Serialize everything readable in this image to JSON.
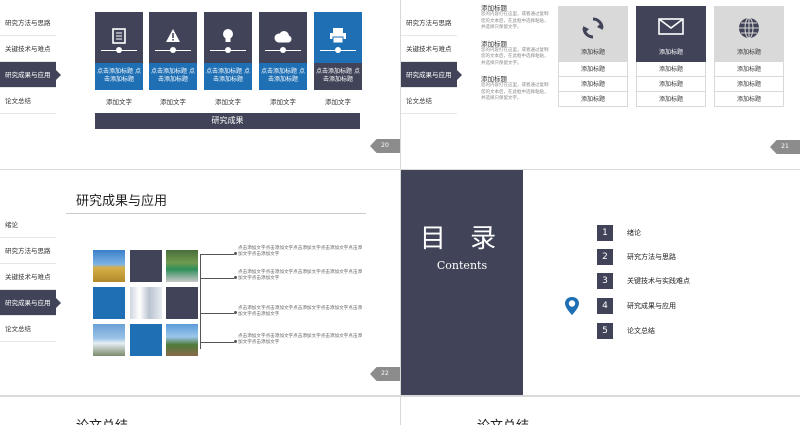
{
  "colors": {
    "dark": "#414458",
    "blue": "#1f6fb4",
    "grey": "#8c8c8c",
    "light": "#d9d9d9"
  },
  "slide20": {
    "sidebar": [
      "研究方法与思路",
      "关键技术与难点",
      "研究成果与应用",
      "论文总结"
    ],
    "active_index": 2,
    "columns": [
      {
        "icon": "document-icon",
        "blue_text": "点击添加标题 点击添加标题",
        "caption": "添加文字"
      },
      {
        "icon": "warning-icon",
        "blue_text": "点击添加标题 点击添加标题",
        "caption": "添加文字"
      },
      {
        "icon": "lightbulb-icon",
        "blue_text": "点击添加标题 点击添加标题",
        "caption": "添加文字"
      },
      {
        "icon": "cloud-icon",
        "blue_text": "点击添加标题 点击添加标题",
        "caption": "添加文字"
      },
      {
        "icon": "printer-icon",
        "blue_text": "点击添加标题 点击添加标题",
        "caption": "添加文字"
      }
    ],
    "bar_label": "研究成果",
    "page_number": "20"
  },
  "slide21": {
    "sidebar": [
      "研究方法与思路",
      "关键技术与难点",
      "研究成果与应用",
      "论文总结"
    ],
    "active_index": 2,
    "list": [
      {
        "heading": "添加标题",
        "text": "您的内容打在这里，或者通过复制您的文本后，在此框中选择粘贴，并选择只保留文字。"
      },
      {
        "heading": "添加标题",
        "text": "您的内容打在这里，或者通过复制您的文本后，在此框中选择粘贴，并选择只保留文字。"
      },
      {
        "heading": "添加标题",
        "text": "您的内容打在这里，或者通过复制您的文本后，在此框中选择粘贴，并选择只保留文字。"
      }
    ],
    "cards": [
      {
        "icon": "recycle-icon",
        "title": "添加标题",
        "rows": [
          "添加标题",
          "添加标题",
          "添加标题"
        ]
      },
      {
        "icon": "mail-icon",
        "title": "添加标题",
        "rows": [
          "添加标题",
          "添加标题",
          "添加标题"
        ]
      },
      {
        "icon": "globe-icon",
        "title": "添加标题",
        "rows": [
          "添加标题",
          "添加标题",
          "添加标题"
        ]
      }
    ],
    "page_number": "21"
  },
  "slide22": {
    "title": "研究成果与应用",
    "sidebar": [
      "绪论",
      "研究方法与思路",
      "关键技术与难点",
      "研究成果与应用",
      "论文总结"
    ],
    "active_index": 3,
    "paragraphs": [
      "点击添加文字点击添加文字点击添加文字点击添加文字点击添加文字点击添加文字",
      "点击添加文字点击添加文字点击添加文字点击添加文字点击添加文字点击添加文字",
      "点击添加文字点击添加文字点击添加文字点击添加文字点击添加文字点击添加文字",
      "点击添加文字点击添加文字点击添加文字点击添加文字点击添加文字点击添加文字"
    ],
    "page_number": "22"
  },
  "slide23": {
    "title": "目 录",
    "subtitle": "Contents",
    "items": [
      {
        "num": "1",
        "label": "绪论"
      },
      {
        "num": "2",
        "label": "研究方法与思路"
      },
      {
        "num": "3",
        "label": "关键技术与实践难点"
      },
      {
        "num": "4",
        "label": "研究成果与应用"
      },
      {
        "num": "5",
        "label": "论文总结"
      }
    ]
  },
  "slide24": {
    "title": "论文总结"
  },
  "slide25": {
    "title": "论文总结"
  }
}
